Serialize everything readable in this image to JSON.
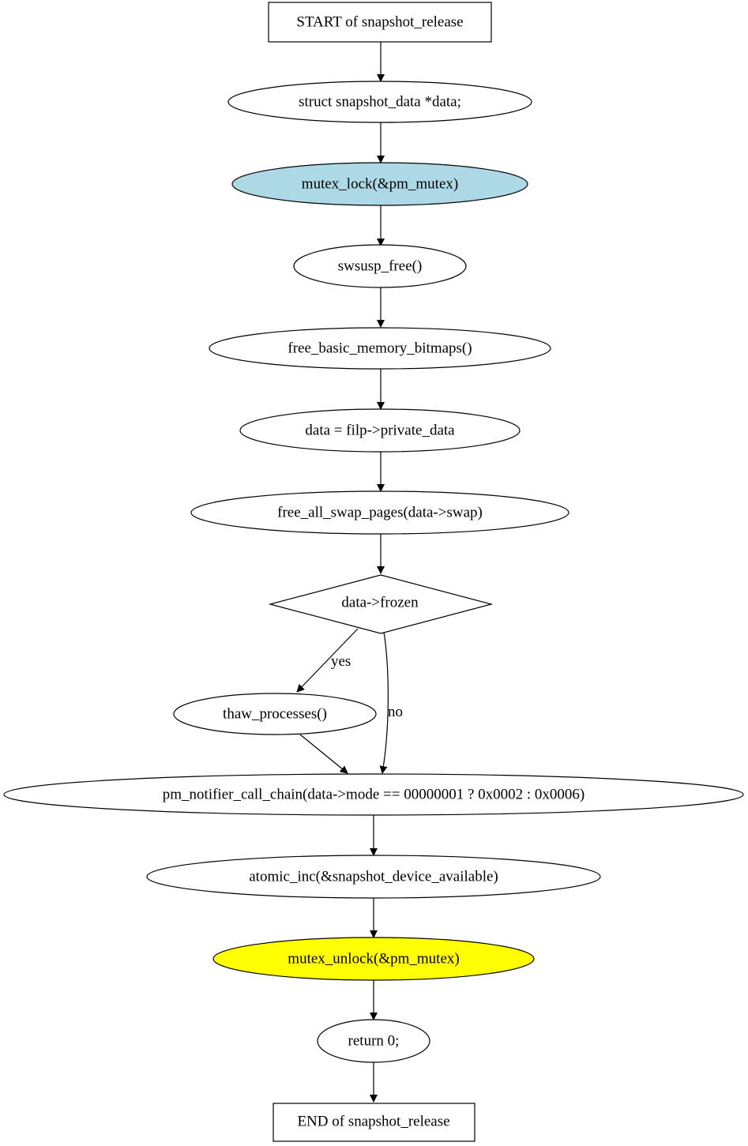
{
  "nodes": {
    "start": {
      "label": "START of snapshot_release"
    },
    "decl": {
      "label": "struct snapshot_data *data;"
    },
    "lock": {
      "label": "mutex_lock(&pm_mutex)",
      "fill": "#add8e6"
    },
    "swsusp": {
      "label": "swsusp_free()"
    },
    "free_bitmaps": {
      "label": "free_basic_memory_bitmaps()"
    },
    "assign": {
      "label": "data = filp->private_data"
    },
    "free_swap": {
      "label": "free_all_swap_pages(data->swap)"
    },
    "frozen": {
      "label": "data->frozen"
    },
    "thaw": {
      "label": "thaw_processes()"
    },
    "notifier": {
      "label": "pm_notifier_call_chain(data->mode == 00000001 ? 0x0002 : 0x0006)"
    },
    "atomic": {
      "label": "atomic_inc(&snapshot_device_available)"
    },
    "unlock": {
      "label": "mutex_unlock(&pm_mutex)",
      "fill": "#ffff00"
    },
    "ret": {
      "label": "return 0;"
    },
    "end": {
      "label": "END of snapshot_release"
    }
  },
  "edges": {
    "yes_label": "yes",
    "no_label": "no"
  }
}
